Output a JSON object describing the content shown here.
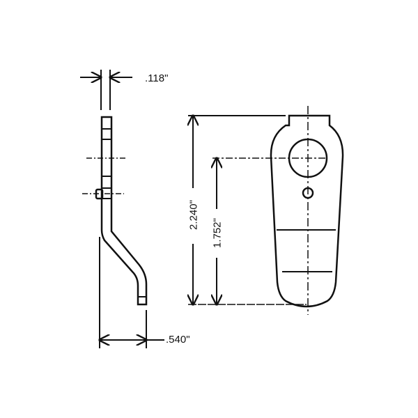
{
  "drawing": {
    "type": "technical part drawing",
    "views": [
      "side-view",
      "front-view"
    ],
    "colors": {
      "line": "#111111",
      "background": "#ffffff"
    },
    "dimensions": {
      "thickness": ".118\"",
      "offset_width": ".540\"",
      "overall_height": "2.240\"",
      "hole_to_bottom": "1.752\""
    }
  }
}
